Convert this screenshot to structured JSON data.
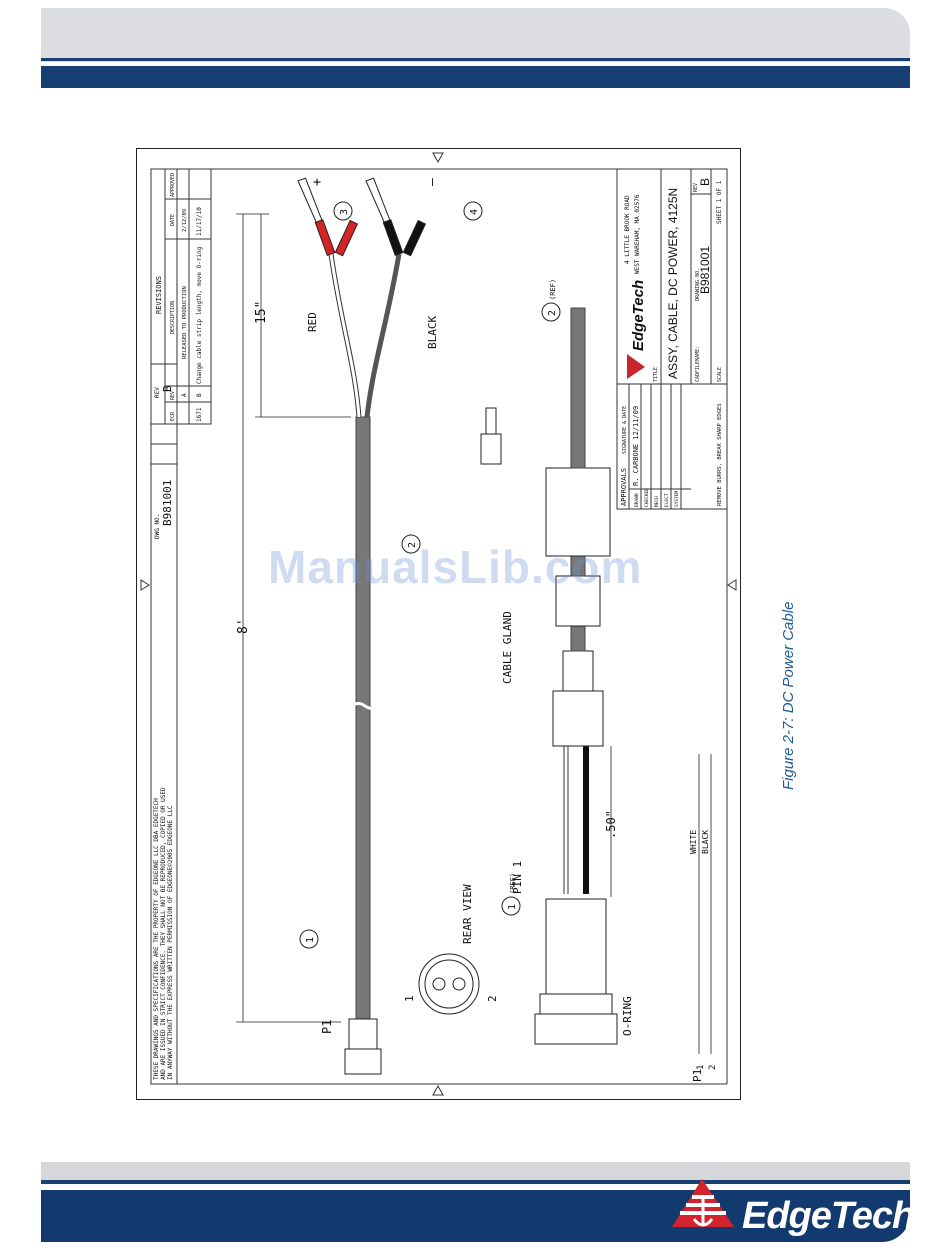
{
  "caption": "Figure 2-7: DC Power Cable",
  "watermark": "ManualsLib.com",
  "footer_logo": "EdgeTech",
  "drawing": {
    "dwg_no_label": "DWG NO.",
    "dwg_no": "B981001",
    "rev_label": "REV",
    "rev": "B",
    "disclaimer": [
      "THESE DRAWINGS AND SPECIFICATIONS ARE THE PROPERTY OF EDGEONE LLC DBA EDGETECH",
      "AND ARE ISSUED IN STRICT CONFIDENCE. THEY SHALL NOT BE REPRODUCED, COPIED OR USED",
      "IN ANYWAY WITHOUT THE EXPRESS WRITTEN PERMISSION OF EDGEONE©2005 EDGEONE LLC"
    ],
    "revisions": {
      "title": "REVISIONS",
      "headers": [
        "ECR",
        "REV",
        "DESCRIPTION",
        "DATE",
        "APPROVED"
      ],
      "rows": [
        [
          "",
          "A",
          "RELEASED TO PRODUCTION",
          "2/12/09",
          ""
        ],
        [
          "1671",
          "B",
          "Change cable strip length, move O-ring",
          "11/17/10",
          ""
        ]
      ]
    },
    "labels": {
      "plus": "+",
      "minus": "–",
      "red": "RED",
      "black": "BLACK",
      "dim_15": "15\"",
      "dim_8": "8'",
      "dim_50": ".50\"",
      "p1": "P1",
      "rear_view": "REAR VIEW",
      "pin1_num": "1",
      "pin2_num": "2",
      "pin_1": "PIN 1",
      "o_ring": "O-RING",
      "cable_gland": "CABLE GLAND",
      "ref": "(REF)",
      "white": "WHITE",
      "black_wire": "BLACK",
      "p1_pin1": "1",
      "p1_pin2": "2",
      "balloon_1": "1",
      "balloon_2": "2",
      "balloon_3": "3",
      "balloon_4": "4"
    },
    "title_block": {
      "address1": "4 LITTLE BROOK ROAD",
      "address2": "WEST WAREHAM, MA  02576",
      "company": "EdgeTech",
      "title_label": "TITLE",
      "title": "ASSY, CABLE, DC POWER, 4125N",
      "approvals": "APPROVALS",
      "signature_date": "SIGNATURE & DATE",
      "drawn_label": "DRAWN",
      "drawn_value": "R. CARBONE  12/11/09",
      "checked": "CHECKED",
      "mech": "MECH",
      "elect": "ELECT",
      "system": "SYSTEM",
      "note": "REMOVE BURRS, BREAK SHARP EDGES",
      "cad_label": "CADFILENAME:",
      "drawing_no_label": "DRAWING NO.",
      "drawing_no": "B981001",
      "rev_label": "REV",
      "rev": "B",
      "scale": "SCALE",
      "sheet": "SHEET 1 OF 1"
    }
  }
}
